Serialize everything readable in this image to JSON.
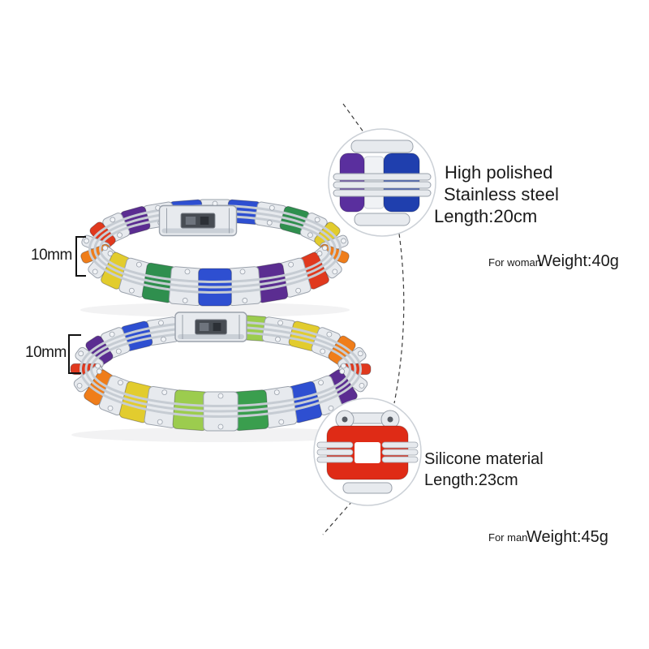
{
  "labels": {
    "size_top": "10mm",
    "size_bottom": "10mm"
  },
  "spec_woman": {
    "line1": "High polished",
    "line2": "Stainless steel",
    "line3": "Length:20cm",
    "audience": "For woman",
    "weight": "Weight:40g"
  },
  "spec_man": {
    "line1": "Silicone material",
    "line2": "Length:23cm",
    "audience": "For man",
    "weight": "Weight:45g"
  },
  "colors": {
    "steel_fill": "#e7eaee",
    "steel_stroke": "#9aa1ab",
    "steel_dark": "#cad0d7",
    "rail": "#c6ccd3",
    "circle_border": "#ccd1d7",
    "leader_line": "#3c3c3c",
    "callout_top_left_link": "#5a2f9e",
    "callout_top_right_link": "#1f3fae",
    "callout_bottom_link": "#df2b16"
  },
  "bracelets": {
    "woman": {
      "link_colors": [
        "#2e4fd1",
        "#2f8f4e",
        "#e2cc2e",
        "#ef7d1a",
        "#e0391e",
        "#5b2d91"
      ]
    },
    "man": {
      "link_colors": [
        "#9ccc4e",
        "#e2cc2e",
        "#ef7d1a",
        "#e0391e",
        "#5b2d91",
        "#2e4fd1",
        "#3a9e4e"
      ]
    }
  }
}
